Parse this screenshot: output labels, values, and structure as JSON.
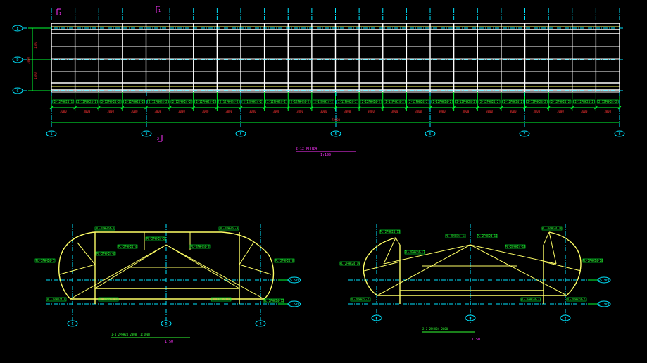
{
  "colors": {
    "background": "#000000",
    "member": "#ffff66",
    "rafter": "#ffffff",
    "axis": "#00e5ff",
    "label": "#33ff33",
    "dimension": "#ff3333",
    "mark": "#ff33ff"
  },
  "plan": {
    "row_bubbles": [
      "E",
      "D",
      "C"
    ],
    "col_bubbles": [
      "1",
      "3",
      "5",
      "5",
      "6",
      "7",
      "8"
    ],
    "section_marks": [
      "1",
      "1",
      "2"
    ],
    "bay_labels": [
      "2-12PHH24-1",
      "2-12PHH24-1",
      "2-12PHH24-2",
      "2-12PHH24-2",
      "2-12PHH24-2",
      "2-12PHH24-2",
      "2-12PHH24-2",
      "2-12PHH24-2",
      "2-12PHH24-2",
      "2-12PHH24-2",
      "2-12PHH24-2",
      "2-12PHH24-2",
      "2-12PHH24-2",
      "2-12PHH24-2",
      "2-12PHH24-2",
      "2-12PHH24-2",
      "2-12PHH24-2",
      "2-12PHH24-2",
      "2-12PHH24-2",
      "2-12PHH24-2",
      "2-12PHH24-2",
      "2-12PHH24-2",
      "2-12PHH24-2",
      "2-12PHH24-2"
    ],
    "bay_dims": [
      "3000",
      "3000",
      "3000",
      "3000",
      "3000",
      "3000",
      "3000",
      "3000",
      "3000",
      "3000",
      "3000",
      "3000",
      "3000",
      "3000",
      "3000",
      "3000",
      "3000",
      "3000",
      "3000",
      "3000",
      "3000",
      "3000",
      "3000",
      "3000"
    ],
    "total_dim": "72000",
    "side_dims": [
      "1500",
      "1500",
      "3000"
    ],
    "title": "2-12 PHH24",
    "scale": "1:100"
  },
  "section_1": {
    "labels": [
      "PL-2PHH24-1",
      "PL-2PHH24-2",
      "PL-2PHH24-3",
      "PL-2PHH24-4",
      "PL-2PHH24-5",
      "PL-2PHH24-6",
      "PL-2PHH24-7",
      "PL-2PHH24-8",
      "PL-2PHH24-9",
      "PL-2PHH24-10",
      "PL-2PHH24-11",
      "PL-2PHH24-12"
    ],
    "elevations": [
      "+5.900",
      "+1.900"
    ],
    "bubbles": [
      "C",
      "D",
      "E"
    ],
    "note": "1-1 2PHH24 2000 (1:100)",
    "scale": "1:50"
  },
  "section_2": {
    "labels": [
      "PL-2PHH24-13",
      "PL-2PHH24-14",
      "PL-2PHH24-15",
      "PL-2PHH24-16",
      "PL-2PHH24-17",
      "PL-2PHH24-18",
      "PL-2PHH24-19",
      "PL-2PHH24-20",
      "PL-2PHH24-21",
      "PL-2PHH24-22",
      "PL-2PHH24-23"
    ],
    "elevations": [
      "+5.900",
      "+1.900"
    ],
    "bubbles": [
      "C",
      "D",
      "E"
    ],
    "note": "2-2 2PHH24 2000",
    "scale": "1:50"
  }
}
